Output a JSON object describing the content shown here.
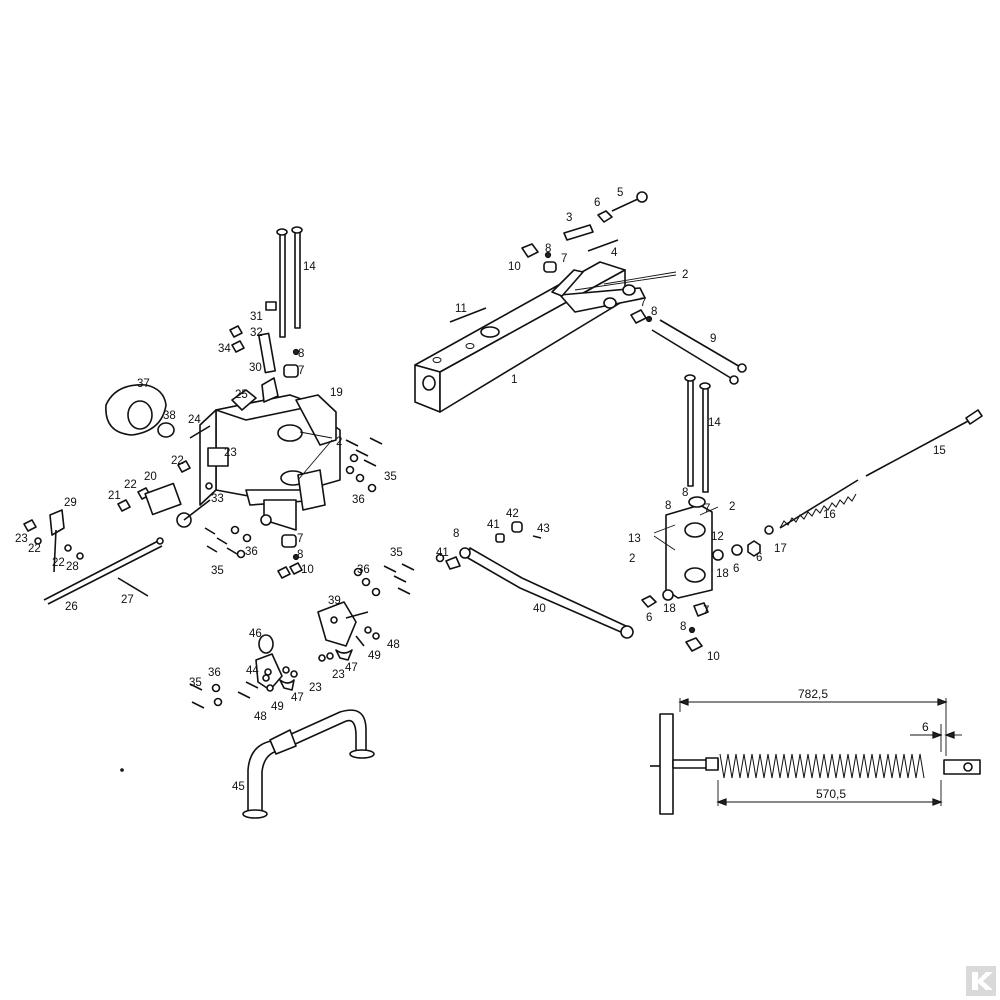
{
  "callouts": {
    "c1": "1",
    "c2": "2",
    "c3": "3",
    "c4": "4",
    "c5": "5",
    "c6": "6",
    "c7": "7",
    "c8": "8",
    "c9": "9",
    "c10": "10",
    "c11": "11",
    "c12": "12",
    "c13": "13",
    "c14": "14",
    "c15": "15",
    "c16": "16",
    "c17": "17",
    "c18": "18",
    "c19": "19",
    "c20": "20",
    "c21": "21",
    "c22": "22",
    "c23": "23",
    "c24": "24",
    "c25": "25",
    "c26": "26",
    "c27": "27",
    "c28": "28",
    "c29": "29",
    "c30": "30",
    "c31": "31",
    "c32": "32",
    "c33": "33",
    "c34": "34",
    "c35": "35",
    "c36": "36",
    "c37": "37",
    "c38": "38",
    "c39": "39",
    "c40": "40",
    "c41": "41",
    "c42": "42",
    "c43": "43",
    "c44": "44",
    "c45": "45",
    "c46": "46",
    "c47": "47",
    "c48": "48",
    "c49": "49"
  },
  "dimensions": {
    "overall_length": "782,5",
    "spring_length": "570,5",
    "end_gap": "6"
  },
  "logo": {
    "icon": "k-logo-icon",
    "color": "#d9d9d9"
  },
  "colors": {
    "line": "#111111",
    "background": "#ffffff"
  }
}
